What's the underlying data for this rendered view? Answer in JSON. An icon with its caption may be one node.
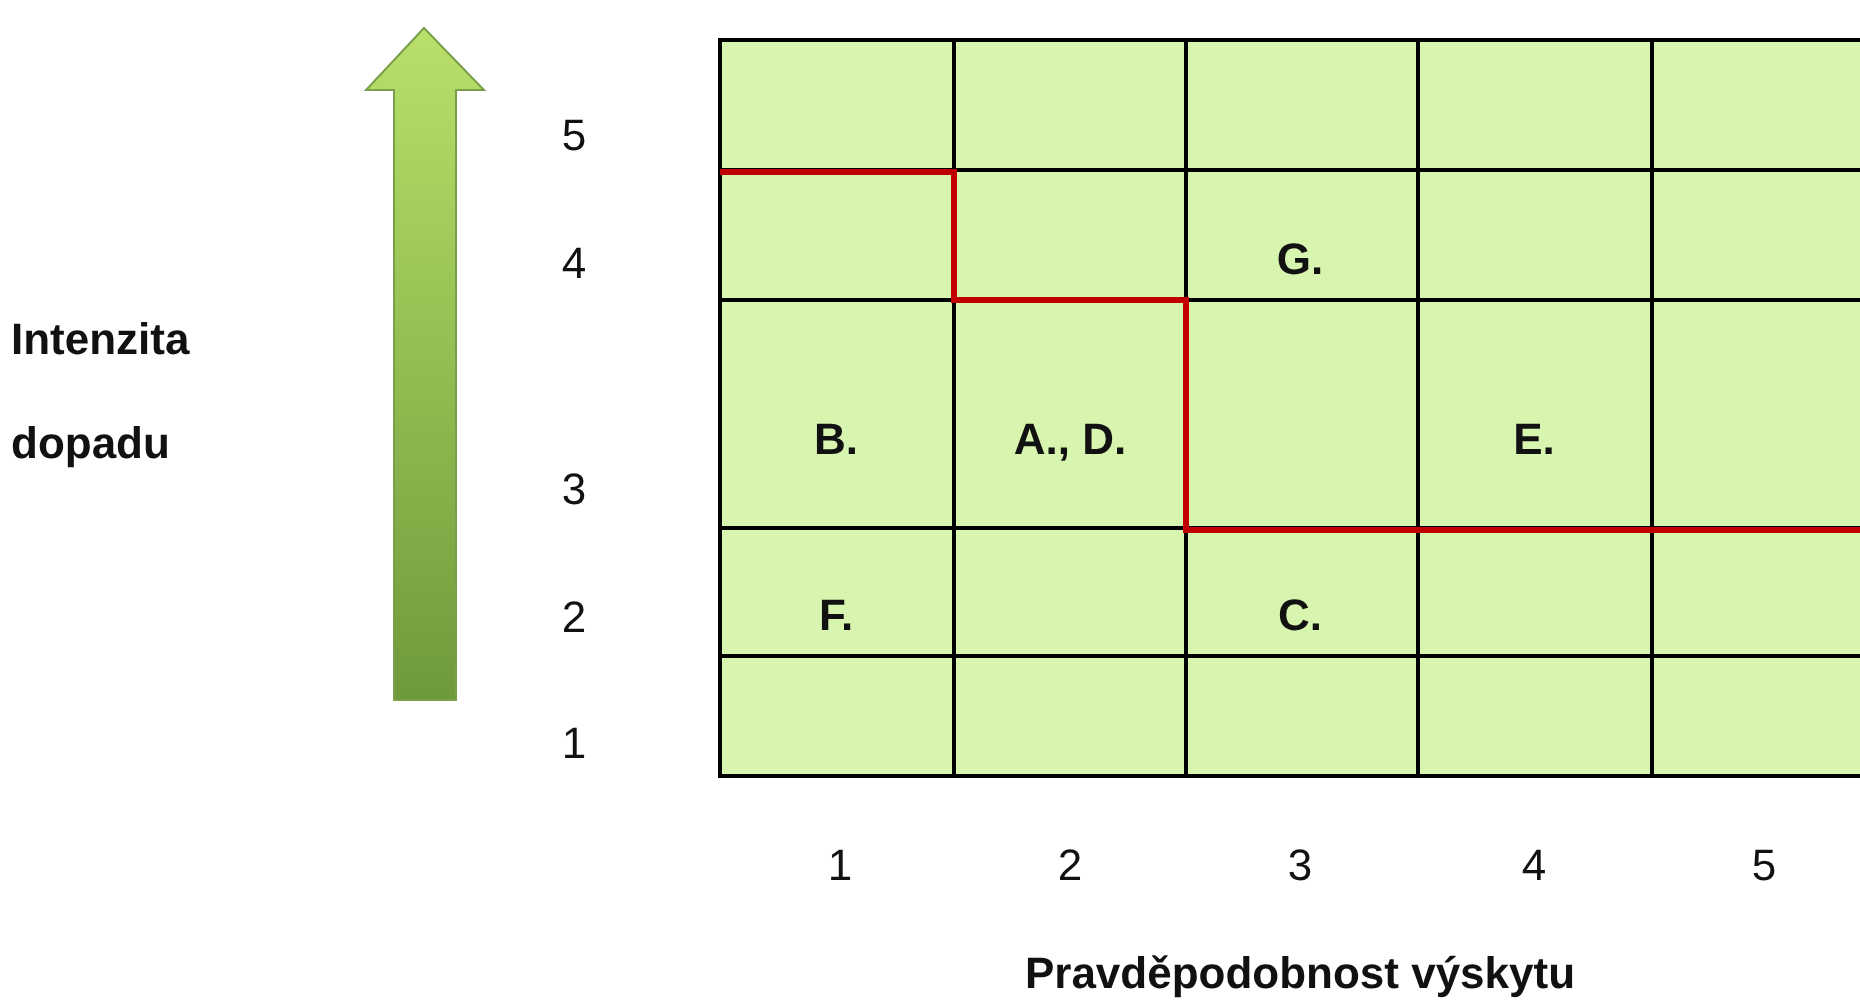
{
  "diagram": {
    "labels": [
      "Intenzita dopadu",
      "5",
      "4",
      "3",
      "2",
      "1",
      "G.",
      "B.",
      "A., D.",
      "E.",
      "F.",
      "C.",
      "1",
      "2",
      "3",
      "4",
      "5",
      "Pravděpodobnost výskytu"
    ]
  }
}
